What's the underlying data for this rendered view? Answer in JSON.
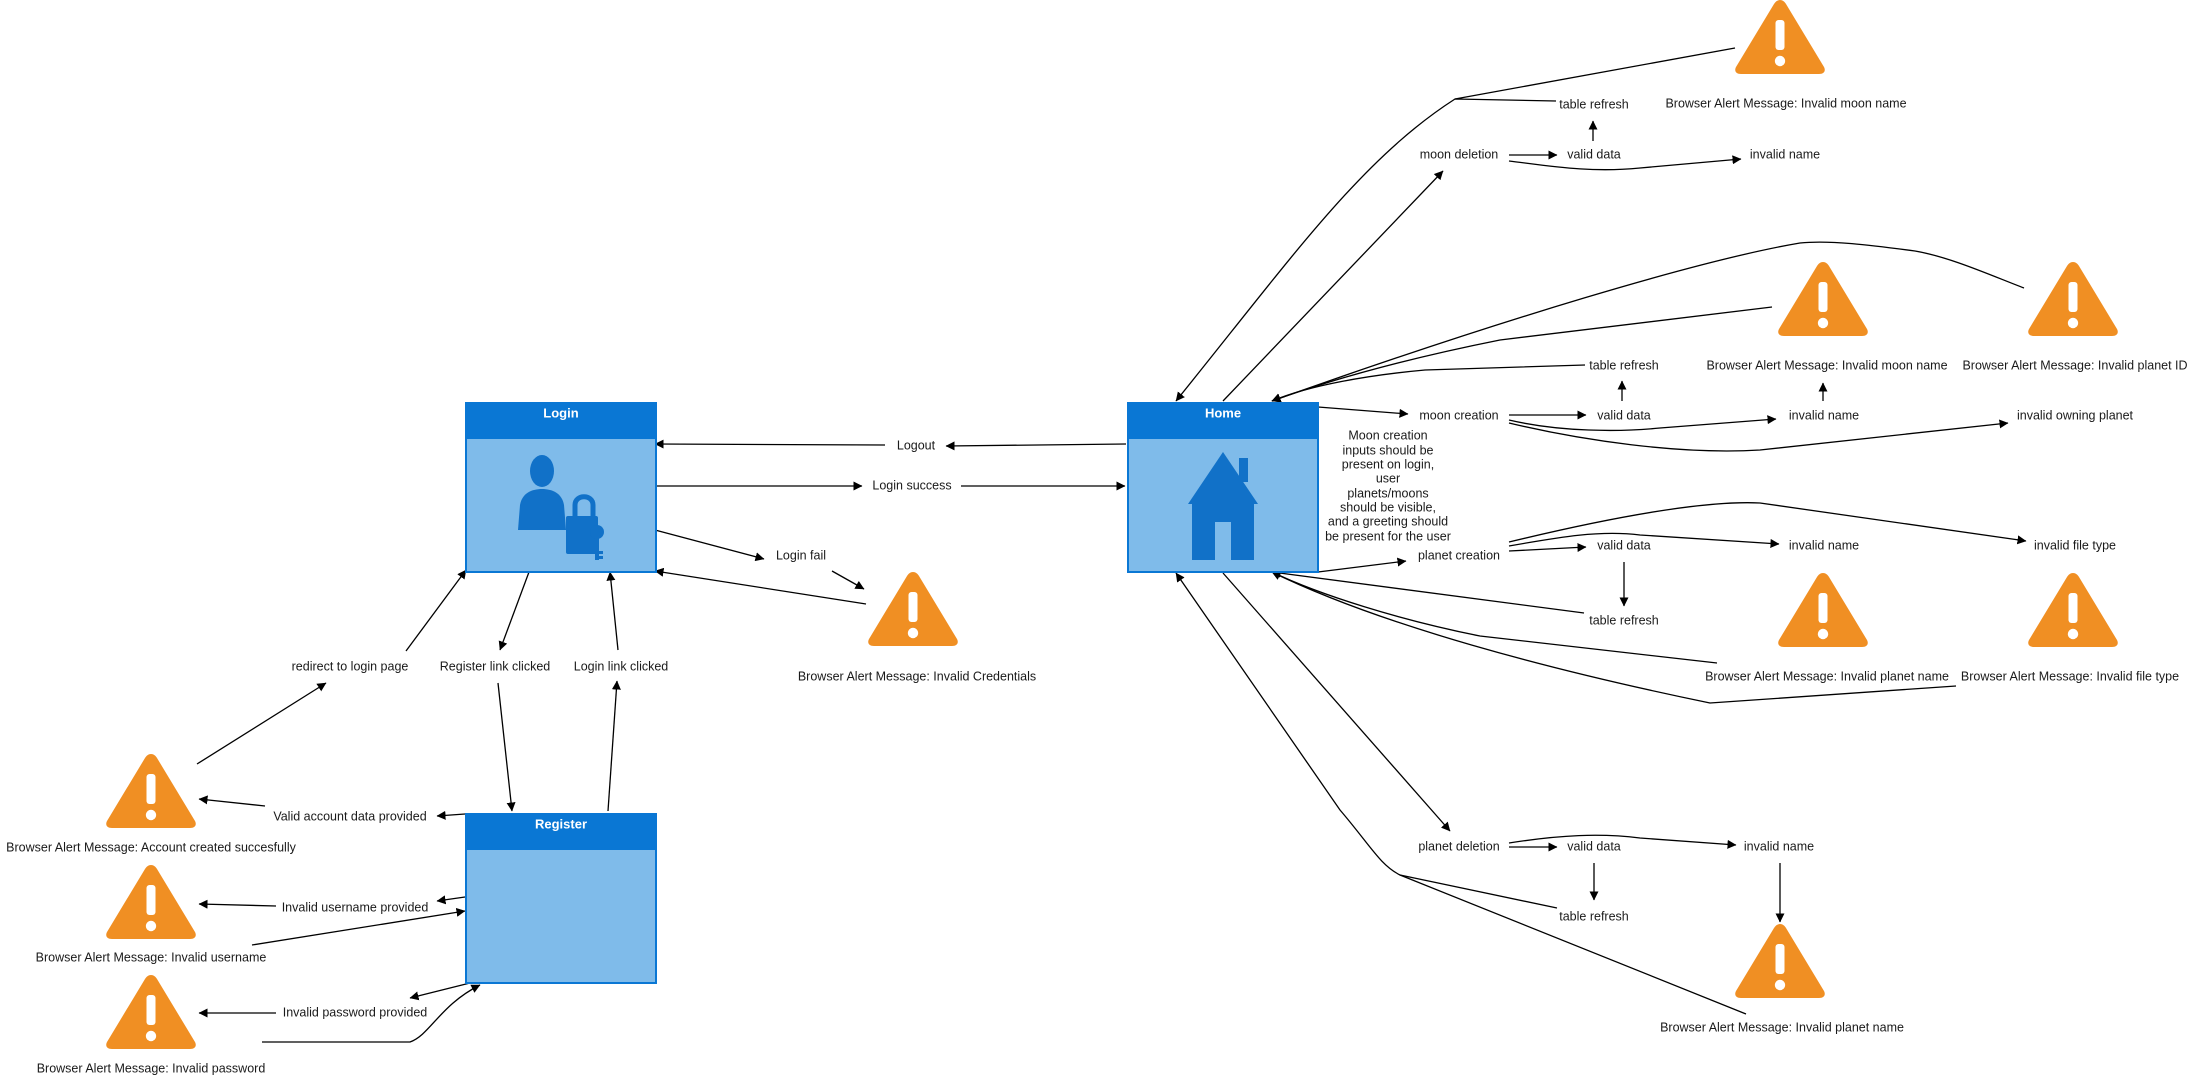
{
  "colors": {
    "panel_header": "#0a77d4",
    "panel_body": "#7fbbea",
    "panel_icon": "#1171c8",
    "alert_fill": "#f08f23",
    "alert_mark": "#ffffff",
    "edge": "#000000"
  },
  "panels": {
    "login": {
      "title": "Login",
      "icon": "user-lock-icon"
    },
    "home": {
      "title": "Home",
      "icon": "house-icon"
    },
    "register": {
      "title": "Register"
    }
  },
  "labels": {
    "logout": "Logout",
    "login_success": "Login success",
    "login_fail": "Login fail",
    "redirect_login": "redirect to login page",
    "register_link": "Register link clicked",
    "login_link": "Login link clicked",
    "valid_account": "Valid account data provided",
    "invalid_username_provided": "Invalid username provided",
    "invalid_password_provided": "Invalid password provided",
    "moon_deletion": "moon deletion",
    "moon_del_valid": "valid data",
    "moon_del_table_refresh": "table refresh",
    "moon_del_invalid_name": "invalid name",
    "moon_creation": "moon creation",
    "moon_cre_valid": "valid data",
    "moon_cre_table_refresh": "table refresh",
    "moon_cre_invalid_name": "invalid name",
    "moon_cre_invalid_owning": "invalid owning planet",
    "moon_note": [
      "Moon creation",
      "inputs should be",
      "present on login,",
      "user",
      "planets/moons",
      "should be visible,",
      "and a greeting should",
      "be present for the user"
    ],
    "planet_creation": "planet creation",
    "planet_cre_valid": "valid data",
    "planet_cre_invalid_name": "invalid name",
    "planet_cre_invalid_filetype": "invalid file type",
    "planet_cre_table_refresh": "table refresh",
    "planet_deletion": "planet deletion",
    "planet_del_valid": "valid data",
    "planet_del_invalid_name": "invalid name",
    "planet_del_table_refresh": "table refresh"
  },
  "alerts": {
    "invalid_credentials": "Browser Alert Message: Invalid Credentials",
    "account_created": "Browser Alert Message: Account created succesfully",
    "invalid_username": "Browser Alert Message: Invalid username",
    "invalid_password": "Browser Alert Message: Invalid password",
    "moon_del_invalid_moon_name": "Browser Alert Message: Invalid moon name",
    "moon_cre_invalid_moon_name": "Browser Alert Message: Invalid moon name",
    "moon_cre_invalid_planet_id": "Browser Alert Message: Invalid planet ID",
    "planet_cre_invalid_planet_name": "Browser Alert Message: Invalid planet name",
    "planet_cre_invalid_file_type": "Browser Alert Message: Invalid file type",
    "planet_del_invalid_planet_name": "Browser Alert Message: Invalid planet name"
  }
}
